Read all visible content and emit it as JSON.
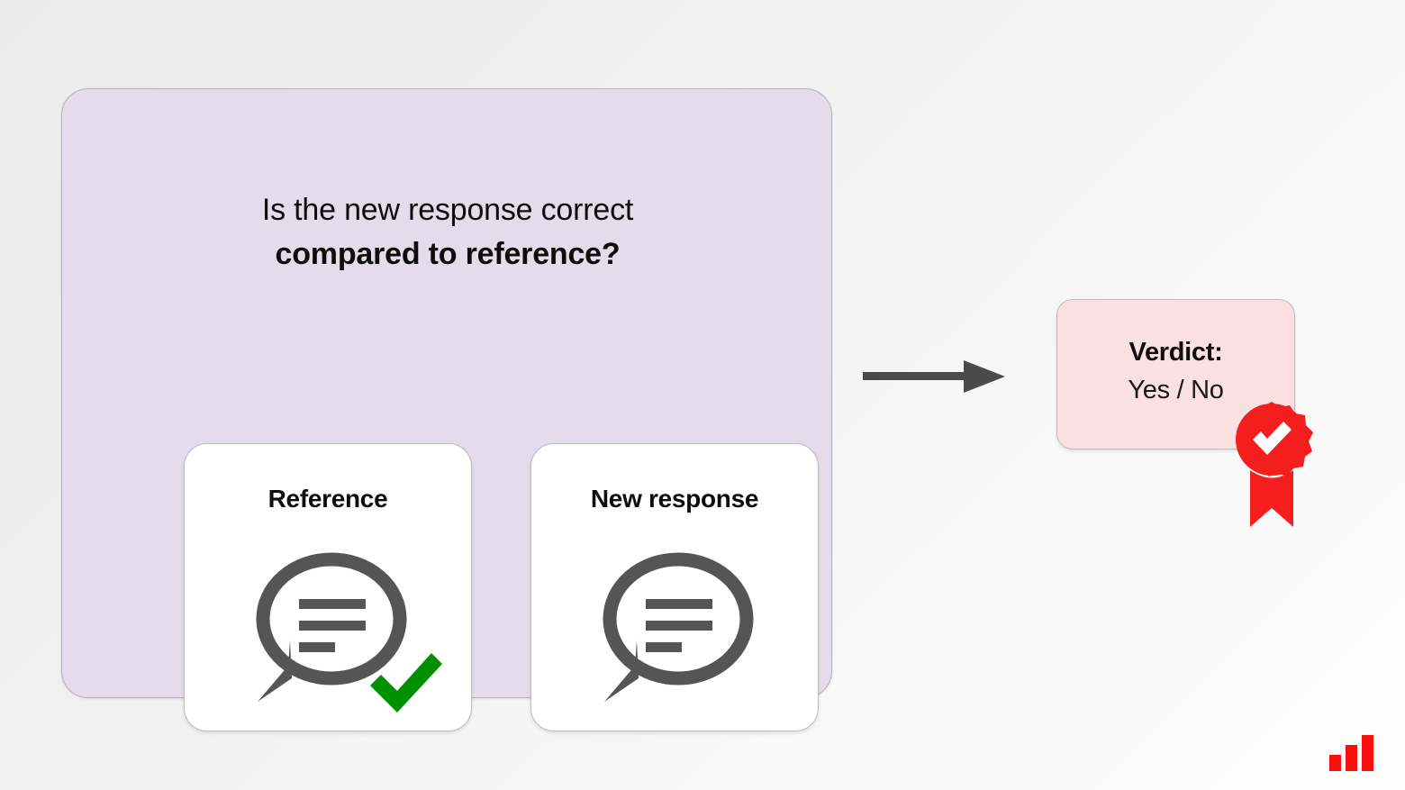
{
  "background": {
    "gradient_from": "#ebebeb",
    "gradient_to": "#fdfdfd"
  },
  "question_panel": {
    "fill": "#e4dcea",
    "border": "#b8b2bd",
    "title_line_1": "Is the new response correct",
    "title_line_2": "compared to reference?",
    "cards": [
      {
        "label": "Reference",
        "icon": "speech-bubble-icon",
        "has_check": true,
        "check_color": "#009000"
      },
      {
        "label": "New response",
        "icon": "speech-bubble-icon",
        "has_check": false,
        "check_color": ""
      }
    ]
  },
  "flow": {
    "arrow": "arrow-right-icon",
    "arrow_color": "#4a4a4a"
  },
  "verdict_panel": {
    "fill": "#fbe0e2",
    "border": "#bdbdbd",
    "title": "Verdict:",
    "value": "Yes / No",
    "badge": "award-check-badge-icon",
    "badge_color": "#f51e1e"
  },
  "brand": {
    "logo": "bar-chart-logo-icon",
    "logo_color": "#fa0f0f",
    "bars": [
      18,
      29,
      40
    ]
  }
}
